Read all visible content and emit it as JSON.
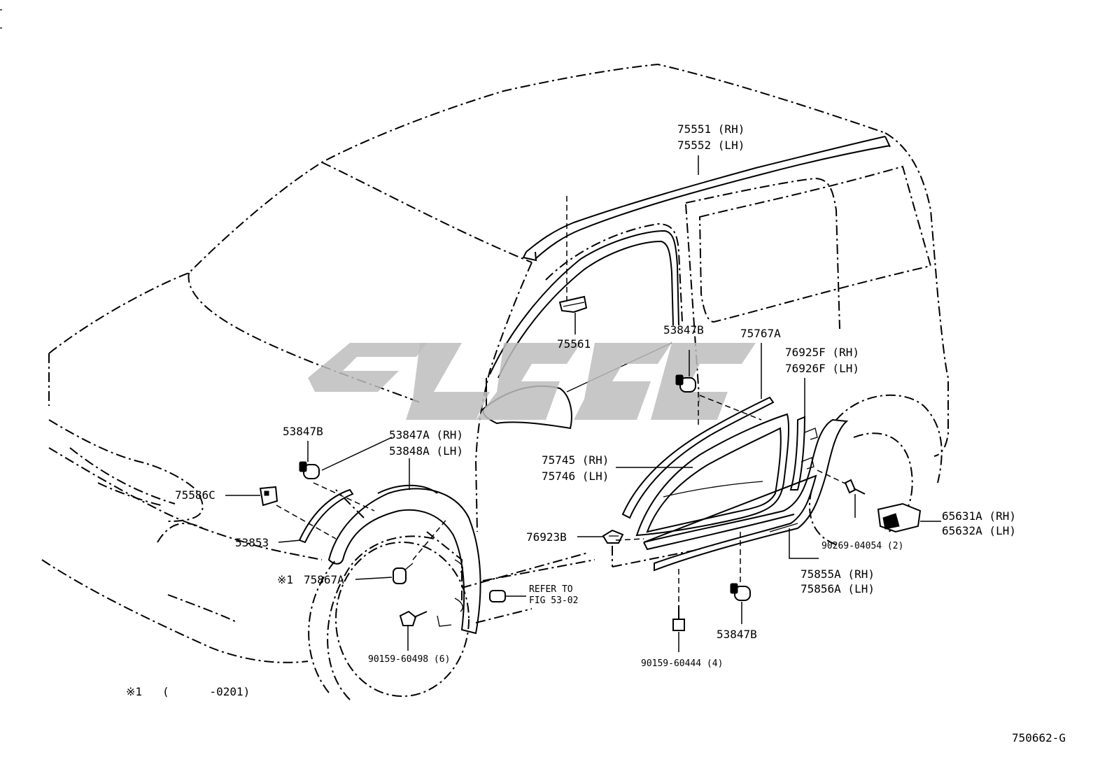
{
  "diagram": {
    "figure_code": "750662-G",
    "watermark_text": "SJSC",
    "footnote": {
      "mark": "※1",
      "range": "(      -0201)"
    }
  },
  "labels": {
    "p75551": "75551 (RH)",
    "p75552": "75552 (LH)",
    "p75561": "75561",
    "p53847b_top": "53847B",
    "p75767a": "75767A",
    "p76925f": "76925F (RH)",
    "p76926f": "76926F (LH)",
    "p53847b_left": "53847B",
    "p53847a": "53847A (RH)",
    "p53848a": "53848A (LH)",
    "p75586c": "75586C",
    "p75745": "75745 (RH)",
    "p75746": "75746 (LH)",
    "p65631a": "65631A (RH)",
    "p65632a": "65632A (LH)",
    "p53853": "53853",
    "p76923b": "76923B",
    "p90269": "90269-04054 (2)",
    "p75867a_mark": "※1",
    "p75867a": "75867A",
    "refer1": "REFER TO",
    "refer2": "FIG 53-02",
    "p75855a": "75855A (RH)",
    "p75856a": "75856A (LH)",
    "p90159_498": "90159-60498 (6)",
    "p53847b_bottom": "53847B",
    "p90159_444": "90159-60444 (4)"
  }
}
